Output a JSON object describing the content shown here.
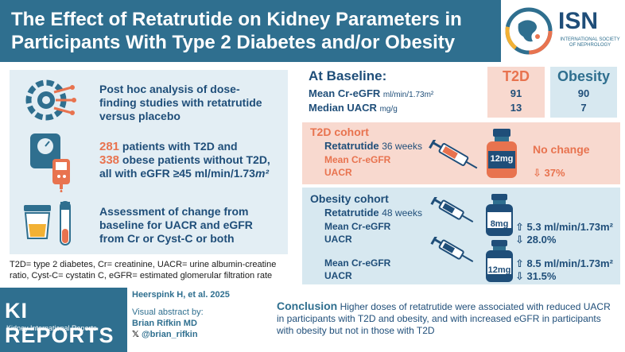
{
  "header": {
    "title": "The Effect of Retatrutide on Kidney Parameters in Participants With Type 2 Diabetes and/or Obesity",
    "org_abbr": "ISN",
    "org_name": "INTERNATIONAL SOCIETY OF NEPHROLOGY"
  },
  "study": {
    "design": "Post hoc analysis of dose-finding studies with retatrutide versus placebo",
    "t2d_count": "281",
    "t2d_text": " patients with T2D and",
    "obese_count": "338",
    "obese_text": " obese patients without T2D,",
    "egfr_text": "all with eGFR ≥45 ml/min/1.73",
    "egfr_unit_exp": "m²",
    "assessment": "Assessment of change from baseline for UACR and eGFR from Cr or Cyst-C or both"
  },
  "footnote": "T2D= type 2 diabetes, Cr= creatinine, UACR= urine albumin-creatine ratio, Cyst-C= cystatin C, eGFR= estimated glomerular filtration rate",
  "baseline": {
    "title": "At Baseline:",
    "egfr_label": "Mean Cr-eGFR",
    "egfr_unit": "ml/min/1.73m²",
    "uacr_label": "Median UACR",
    "uacr_unit": "mg/g",
    "t2d_head": "T2D",
    "ob_head": "Obesity",
    "t2d_egfr": "91",
    "t2d_uacr": "13",
    "ob_egfr": "90",
    "ob_uacr": "7"
  },
  "t2d_cohort": {
    "title": "T2D cohort",
    "drug": "Retatrutide",
    "weeks": "36 weeks",
    "egfr_label": "Mean Cr-eGFR",
    "uacr_label": "UACR",
    "dose": "12mg",
    "egfr_result_line1": "No change",
    "uacr_result": "37%"
  },
  "ob_cohort": {
    "title": "Obesity cohort",
    "drug": "Retatrutide",
    "weeks": "48 weeks",
    "egfr_label": "Mean Cr-eGFR",
    "uacr_label": "UACR",
    "dose1": "8mg",
    "dose1_egfr": "5.3 ml/min/1.73m²",
    "dose1_uacr": "28.0%",
    "egfr_label2": "Mean Cr-eGFR",
    "uacr_label2": "UACR",
    "dose2": "12mg",
    "dose2_egfr": "8.5 ml/min/1.73m²",
    "dose2_uacr": "31.5%"
  },
  "footer": {
    "journal": "KI REPORTS",
    "journal_sub": "Kidney International Reports",
    "citation": "Heerspink H, et al. 2025",
    "abstract_by": "Visual abstract by:",
    "author": "Brian Rifkin MD",
    "handle": "@brian_rifkin",
    "conclusion_title": "Conclusion",
    "conclusion_text": " Higher doses of retatrutide were associated with reduced UACR in participants with T2D and obesity, and with increased eGFR in participants with obesity but not in those with T2D"
  },
  "colors": {
    "teal": "#2f6f8f",
    "navy": "#1f4e79",
    "coral": "#e8734f",
    "pale_coral": "#f8d9cf",
    "pale_blue": "#d7e8f0"
  }
}
